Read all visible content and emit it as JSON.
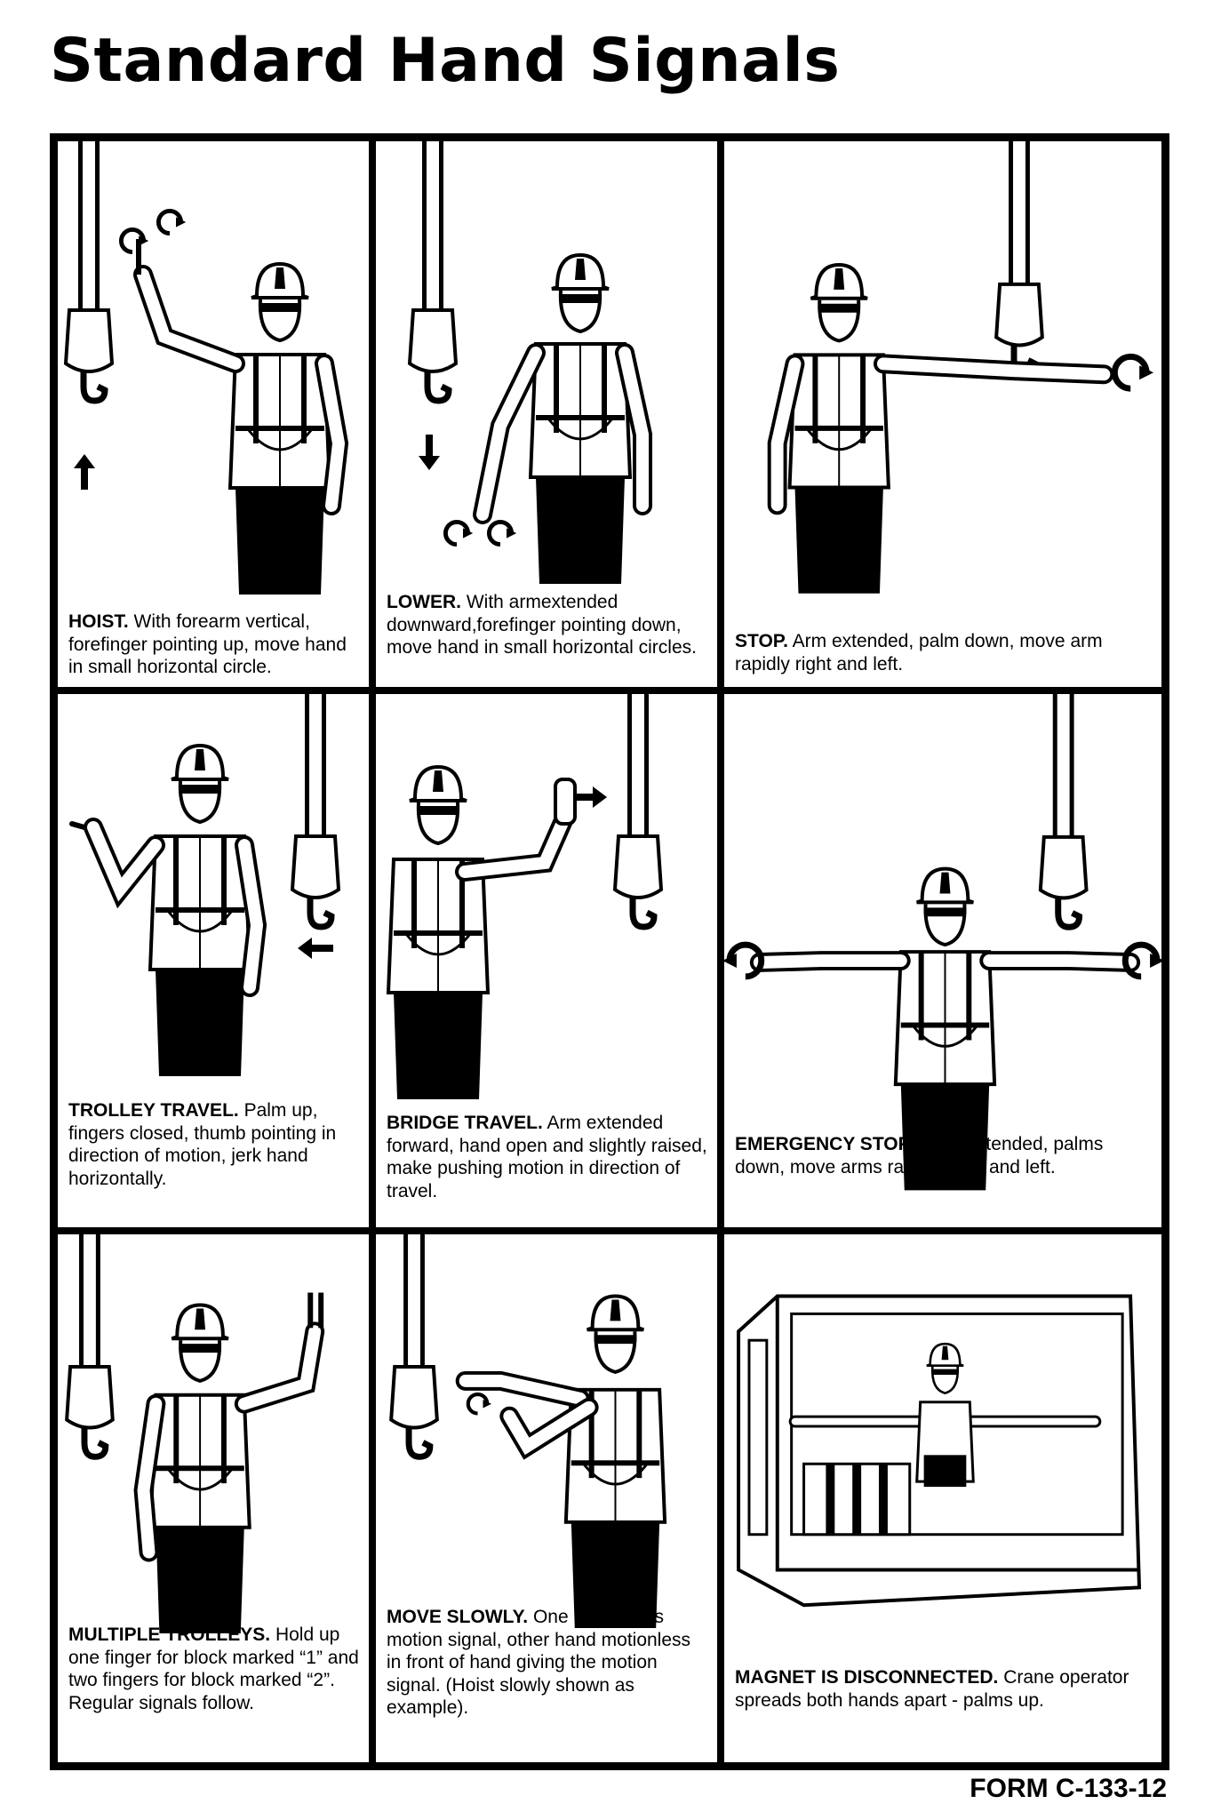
{
  "title": "Standard Hand Signals",
  "form_code": "FORM C-133-12",
  "signals": [
    {
      "id": "hoist",
      "label": "HOIST.",
      "text": "With forearm vertical, forefinger pointing up, move hand in small horizontal circle.",
      "icon": "hoist-figure-icon"
    },
    {
      "id": "lower",
      "label": "LOWER.",
      "text": "With armextended downward,forefinger pointing down, move hand in small horizontal circles.",
      "icon": "lower-figure-icon"
    },
    {
      "id": "stop",
      "label": "STOP.",
      "text": "Arm extended, palm down, move arm rapidly right and left.",
      "icon": "stop-figure-icon"
    },
    {
      "id": "trolley-travel",
      "label": "TROLLEY TRAVEL.",
      "text": "Palm up, fingers closed, thumb pointing in direction of motion, jerk hand horizontally.",
      "icon": "trolley-travel-figure-icon"
    },
    {
      "id": "bridge-travel",
      "label": "BRIDGE TRAVEL.",
      "text": "Arm extended forward, hand open and slightly raised, make pushing motion in direction of travel.",
      "icon": "bridge-travel-figure-icon"
    },
    {
      "id": "emergency-stop",
      "label": "EMERGENCY STOP.",
      "text": "Arms extended, palms down, move arms rapidly right and left.",
      "icon": "emergency-stop-figure-icon"
    },
    {
      "id": "multiple-trolleys",
      "label": "MULTIPLE TROLLEYS.",
      "text": "Hold up one finger for block marked “1” and two fingers for block marked “2”. Regular signals follow.",
      "icon": "multiple-trolleys-figure-icon"
    },
    {
      "id": "move-slowly",
      "label": "MOVE SLOWLY.",
      "text": "One hand gives motion signal, other hand motionless in front of hand giving the motion signal. (Hoist slowly shown as example).",
      "icon": "move-slowly-figure-icon"
    },
    {
      "id": "magnet-disconnected",
      "label": "MAGNET IS DISCONNECTED.",
      "text": "Crane operator spreads both hands apart - palms up.",
      "icon": "magnet-disconnected-figure-icon"
    }
  ]
}
